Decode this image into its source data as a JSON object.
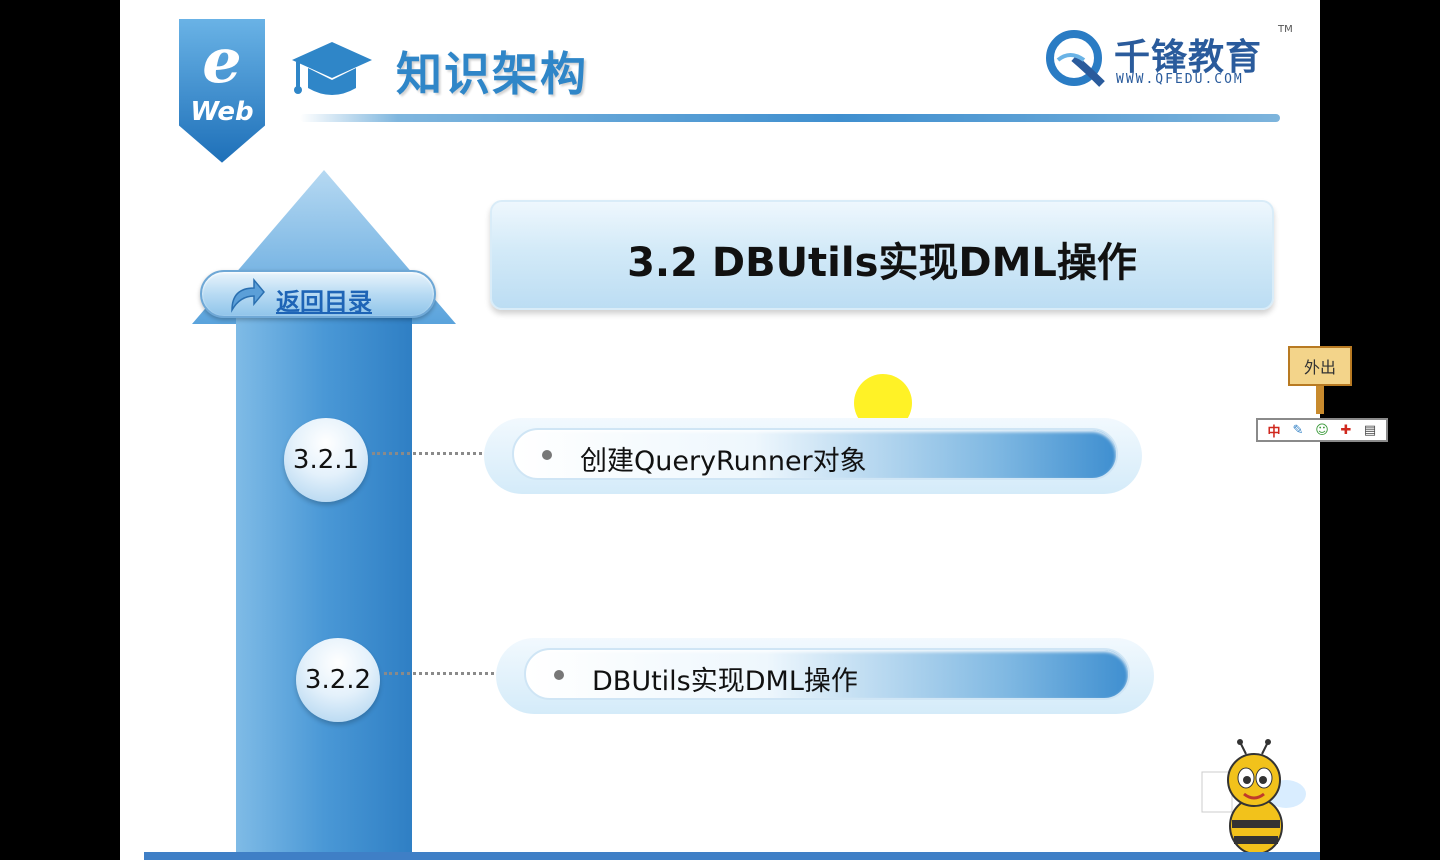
{
  "header": {
    "title": "知识架构",
    "badge_text": "Web",
    "badge_letter": "e"
  },
  "brand": {
    "name": "千锋教育",
    "url": "WWW.QFEDU.COM",
    "tm": "TM"
  },
  "nav": {
    "back_label": "返回目录"
  },
  "section": {
    "title": "3.2  DBUtils实现DML操作"
  },
  "items": [
    {
      "number": "3.2.1",
      "label": "创建QueryRunner对象"
    },
    {
      "number": "3.2.2",
      "label": "DBUtils实现DML操作"
    }
  ],
  "overlay": {
    "sign_label": "外出",
    "toolbar": [
      {
        "icon": "chinese-input-icon",
        "glyph": "中"
      },
      {
        "icon": "tools-icon",
        "glyph": "✎"
      },
      {
        "icon": "people-icon",
        "glyph": "☺"
      },
      {
        "icon": "red-cross-icon",
        "glyph": "✚"
      },
      {
        "icon": "book-icon",
        "glyph": "▤"
      }
    ]
  },
  "colors": {
    "accent": "#2f86c8",
    "arrow": "#5aa3dc",
    "cursor_highlight": "#fff000"
  }
}
